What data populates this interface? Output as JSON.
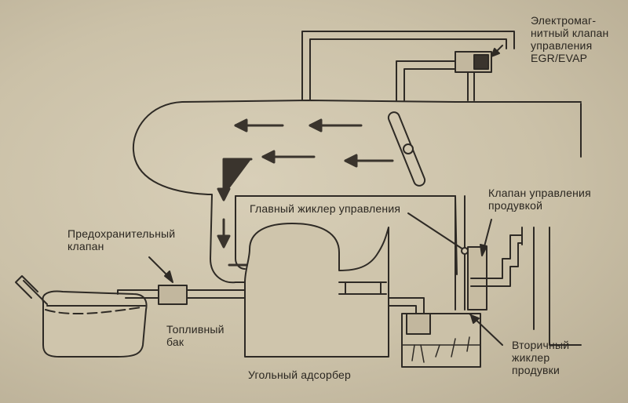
{
  "labels": {
    "egr_valve": "Электромаг-\nнитный клапан\nуправления\nEGR/EVAP",
    "purge_control_valve": "Клапан управления\nпродувкой",
    "main_jet": "Главный жиклер управления",
    "safety_valve": "Предохранительный\nклапан",
    "fuel_tank": "Топливный\nбак",
    "charcoal_canister": "Угольный адсорбер",
    "secondary_jet": "Вторичный\nжиклер\nпродувки"
  },
  "colors": {
    "line": "#2e2a25",
    "arrow": "#3a342d",
    "paper": "#d2c8b0"
  }
}
